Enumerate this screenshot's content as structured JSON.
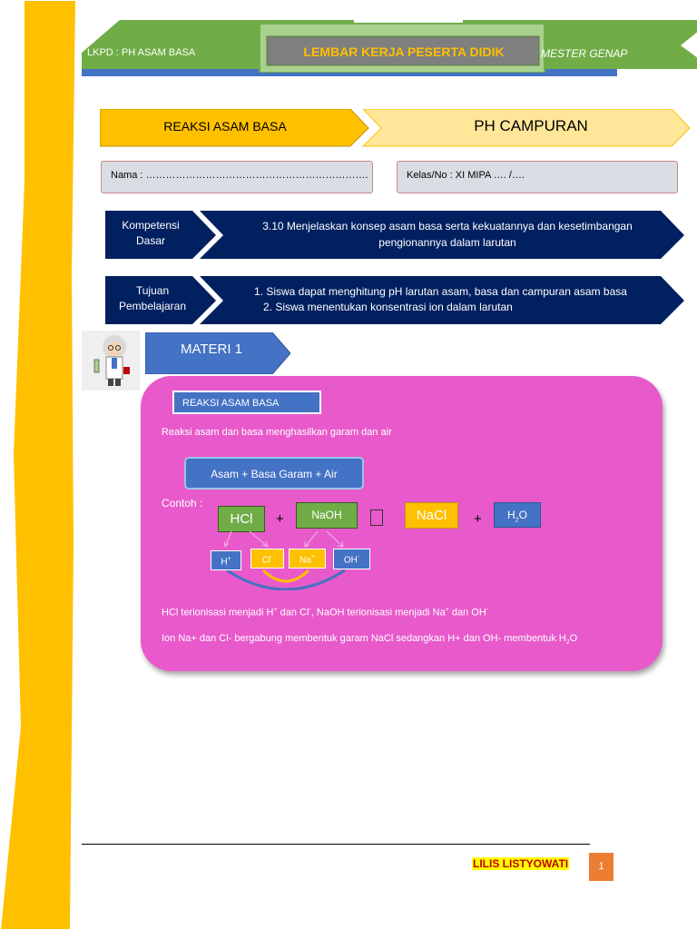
{
  "header": {
    "left_text": "LKPD : PH ASAM BASA",
    "title": "LEMBAR KERJA PESERTA DIDIK",
    "right_text": "MESTER GENAP"
  },
  "topics": {
    "left": "REAKSI ASAM BASA",
    "right": "PH CAMPURAN"
  },
  "fields": {
    "name": "Nama : ………………………………………………………….",
    "class": "Kelas/No : XI MIPA  …. /…."
  },
  "kompetensi": {
    "label": "Kompetensi Dasar",
    "text": "3.10 Menjelaskan konsep asam basa serta kekuatannya dan kesetimbangan pengionannya dalam larutan"
  },
  "tujuan": {
    "label": "Tujuan Pembelajaran",
    "items": [
      "1.    Siswa dapat menghitung pH larutan asam, basa dan campuran asam basa",
      "2.    Siswa menentukan konsentrasi ion dalam larutan"
    ]
  },
  "materi": {
    "title": "MATERI 1",
    "section_title": "REAKSI ASAM BASA",
    "intro": "Reaksi asam dan basa menghasilkan garam dan air",
    "equation": "Asam  + Basa  Garam + Air",
    "contoh_label": "Contoh :",
    "reaction": {
      "hcl": "HCl",
      "plus1": "+",
      "naoh": "NaOH",
      "arrow": "",
      "nacl": "NaCl",
      "plus2": "+",
      "h2o_main": "H",
      "h2o_sub": "2",
      "h2o_end": "O"
    },
    "ions": {
      "h": "H",
      "h_sup": "+",
      "cl": "Cl",
      "cl_sup": "-",
      "na": "Na",
      "na_sup": "+",
      "oh": "OH",
      "oh_sup": "-"
    },
    "expl1": {
      "a": "HCl terionisasi menjadi H",
      "a_sup": "+",
      "b": " dan Cl",
      "b_sup": "-",
      "c": ", NaOH terionisasi menjadi Na",
      "c_sup": "+",
      "d": " dan OH",
      "d_sup": "-"
    },
    "expl2": {
      "a": "Ion Na+ dan Cl- bergabung membentuk garam NaCl sedangkan H+ dan OH- membentuk H",
      "a_sub": "2",
      "b": "O"
    }
  },
  "footer": {
    "author": "LILIS LISTYOWATI",
    "page": "1"
  },
  "colors": {
    "side_bar": "#FFC000",
    "header_green": "#70AD47",
    "header_blue": "#4472C4",
    "navy": "#002060",
    "pink_panel": "#E85ACB",
    "materi_blue": "#4472C4"
  }
}
